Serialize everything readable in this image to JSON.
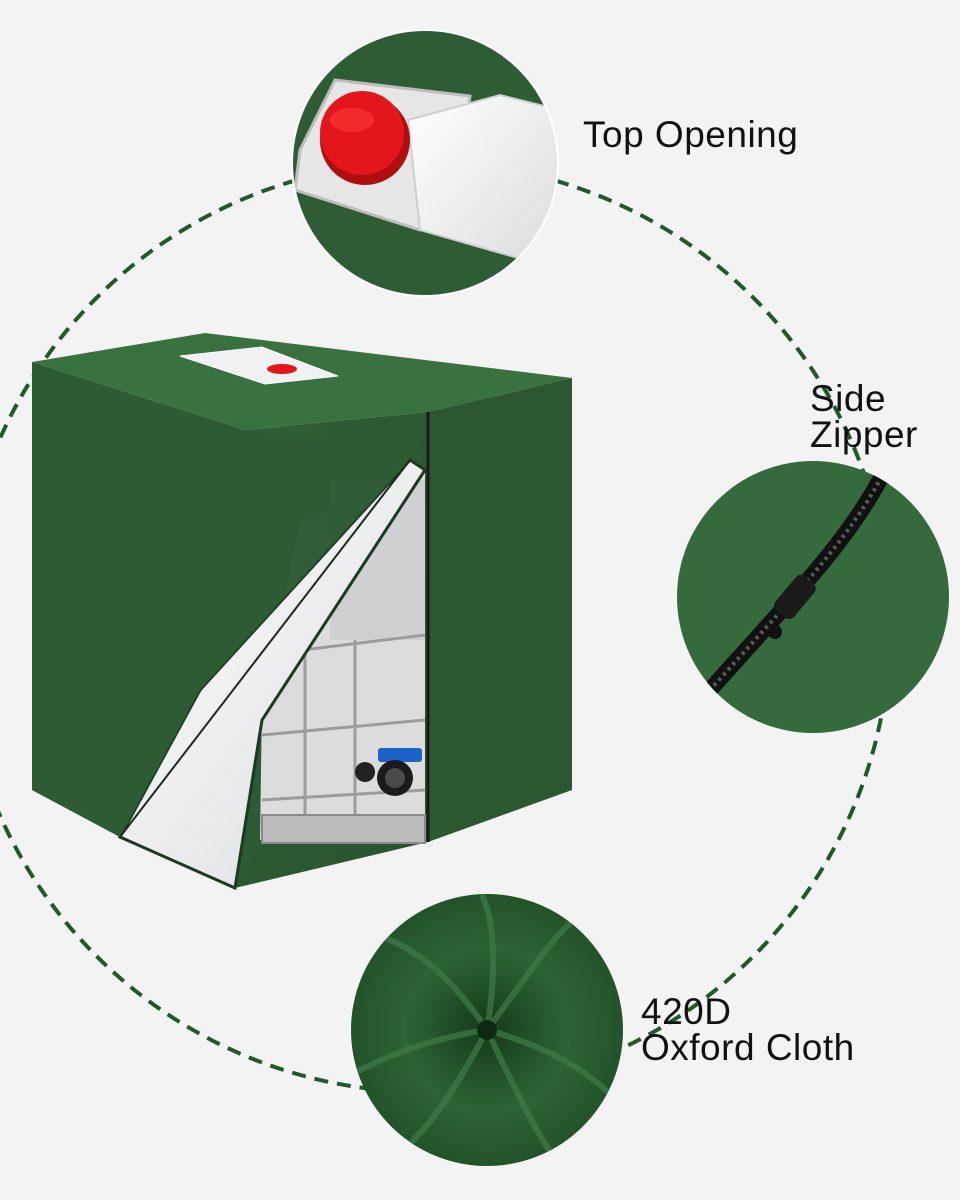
{
  "callouts": {
    "top_opening": "Top Opening",
    "side_zipper_line1": "Side",
    "side_zipper_line2": "Zipper",
    "cloth_line1": "420D",
    "cloth_line2": "Oxford Cloth"
  },
  "colors": {
    "background": "#f3f3f3",
    "cover_green": "#2e5d35",
    "cover_green_dark": "#234a2a",
    "dash_green": "#1f5a2a",
    "lining_silver": "#e9eaeb",
    "cap_red": "#e3161b"
  }
}
